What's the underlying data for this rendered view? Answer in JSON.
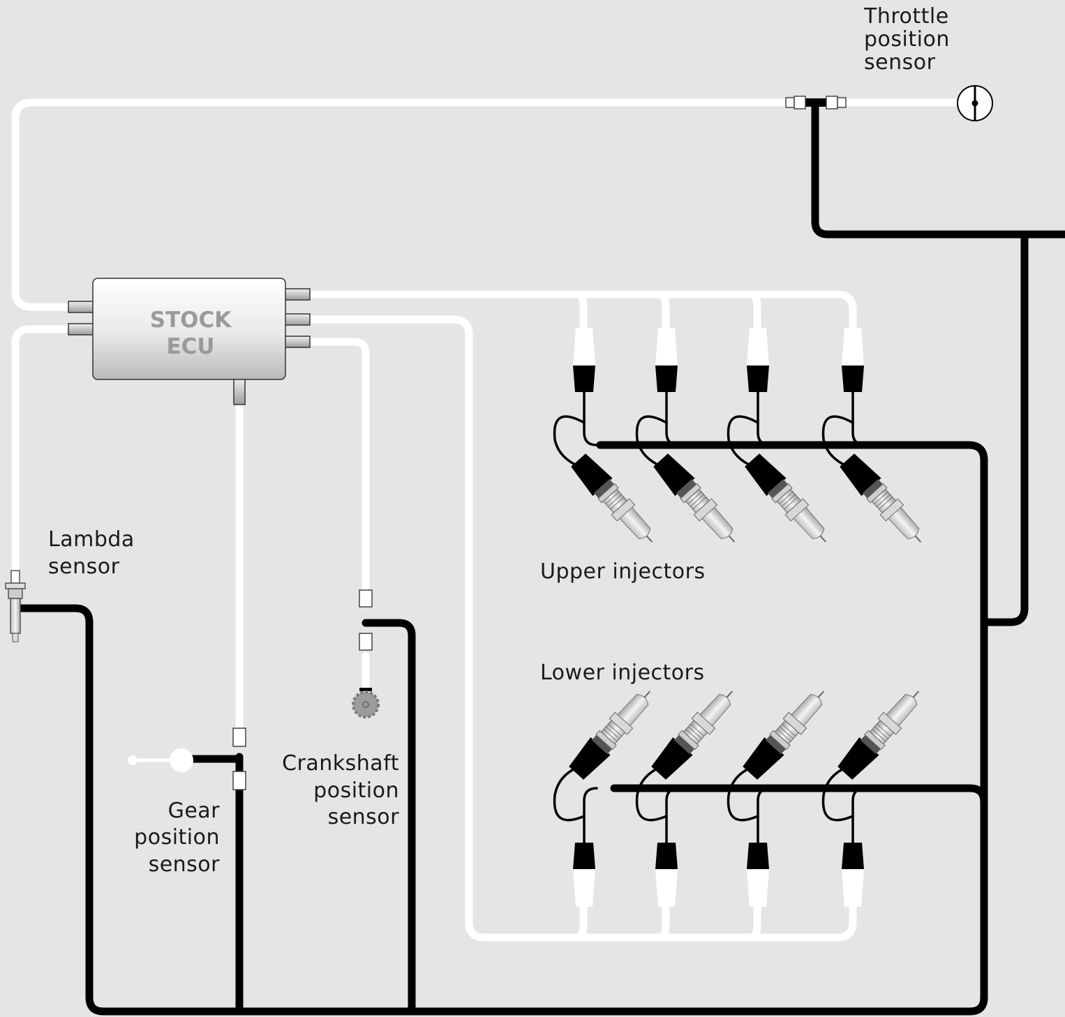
{
  "ecu": {
    "line1": "STOCK",
    "line2": "ECU"
  },
  "labels": {
    "throttle": [
      "Throttle",
      "position",
      "sensor"
    ],
    "lambda": [
      "Lambda",
      "sensor"
    ],
    "crankshaft": [
      "Crankshaft",
      "position",
      "sensor"
    ],
    "gear": [
      "Gear",
      "position",
      "sensor"
    ],
    "upper_injectors": "Upper injectors",
    "lower_injectors": "Lower injectors"
  },
  "colors": {
    "background": "#e4e5e4",
    "stock_harness": "#ffffff",
    "added_harness": "#000000",
    "ecu_text": "#9a9a9a"
  }
}
